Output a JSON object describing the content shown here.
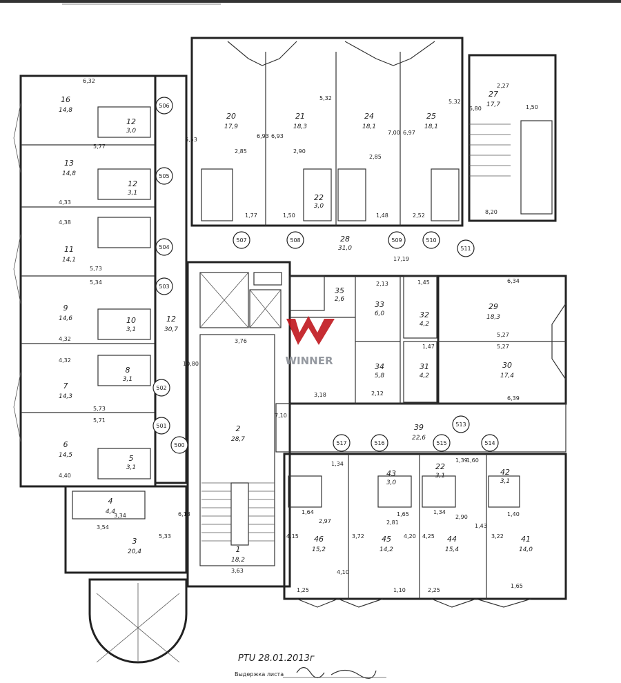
{
  "logo": {
    "brand": "WINNER",
    "brand_color": "#c0161d"
  },
  "rooms": [
    {
      "num": "16",
      "area": "14,8"
    },
    {
      "num": "12",
      "area": "3,0"
    },
    {
      "num": "13",
      "area": "14,8"
    },
    {
      "num": "12",
      "area": "3,1"
    },
    {
      "num": "11",
      "area": "14,1"
    },
    {
      "num": "10",
      "area": "3,1"
    },
    {
      "num": "9",
      "area": "14,6"
    },
    {
      "num": "8",
      "area": "3,1"
    },
    {
      "num": "7",
      "area": "14,3"
    },
    {
      "num": "5",
      "area": "3,1"
    },
    {
      "num": "6",
      "area": "14,5"
    },
    {
      "num": "4",
      "area": "4,4"
    },
    {
      "num": "3",
      "area": "20,4"
    },
    {
      "num": "12",
      "area": "30,7"
    },
    {
      "num": "2",
      "area": "28,7"
    },
    {
      "num": "1",
      "area": "18,2"
    },
    {
      "num": "20",
      "area": "17,9"
    },
    {
      "num": "21",
      "area": "18,3"
    },
    {
      "num": "24",
      "area": "18,1"
    },
    {
      "num": "25",
      "area": "18,1"
    },
    {
      "num": "27",
      "area": "17,7"
    },
    {
      "num": "28",
      "area": "31,0"
    },
    {
      "num": "35",
      "area": "2,6"
    },
    {
      "num": "33",
      "area": "6,0"
    },
    {
      "num": "32",
      "area": "4,2"
    },
    {
      "num": "29",
      "area": "18,3"
    },
    {
      "num": "34",
      "area": "5,8"
    },
    {
      "num": "31",
      "area": "4,2"
    },
    {
      "num": "30",
      "area": "17,4"
    },
    {
      "num": "39",
      "area": "22,6"
    },
    {
      "num": "46",
      "area": "15,2"
    },
    {
      "num": "45",
      "area": "14,2"
    },
    {
      "num": "44",
      "area": "15,4"
    },
    {
      "num": "41",
      "area": "14,0"
    },
    {
      "num": "22",
      "area": "3,0"
    },
    {
      "num": "43",
      "area": "3,0"
    },
    {
      "num": "22",
      "area": "3,1"
    },
    {
      "num": "42",
      "area": "3,1"
    }
  ],
  "door_markers": [
    "506",
    "505",
    "504",
    "503",
    "502",
    "501",
    "500",
    "507",
    "508",
    "509",
    "510",
    "511",
    "513",
    "517",
    "516",
    "515",
    "514"
  ],
  "dimensions": [
    "6,32",
    "5,77",
    "5,73",
    "5,34",
    "5,73",
    "5,71",
    "4,33",
    "4,38",
    "4,32",
    "4,32",
    "4,40",
    "3,54",
    "3,34",
    "5,33",
    "6,13",
    "3,76",
    "3,63",
    "1,77",
    "1,50",
    "1,48",
    "2,52",
    "8,20",
    "6,53",
    "6,93",
    "6,93",
    "7,00",
    "6,97",
    "5,32",
    "5,32",
    "5,80",
    "2,85",
    "2,90",
    "2,85",
    "17,19",
    "6,34",
    "5,27",
    "5,27",
    "6,39",
    "3,18",
    "2,12",
    "2,13",
    "1,47",
    "1,45",
    "1,34",
    "1,40",
    "1,65",
    "2,97",
    "2,81",
    "2,90",
    "1,64",
    "1,34",
    "1,39",
    "4,15",
    "3,72",
    "4,25",
    "3,22",
    "4,20",
    "1,43",
    "1,25",
    "1,10",
    "2,25",
    "1,60",
    "1,65",
    "4,10",
    "10,80",
    "7,10",
    "2,27",
    "1,50"
  ],
  "stamp": {
    "text": "PTU 28.01.2013г",
    "signature_label": "Выдержка листа"
  }
}
